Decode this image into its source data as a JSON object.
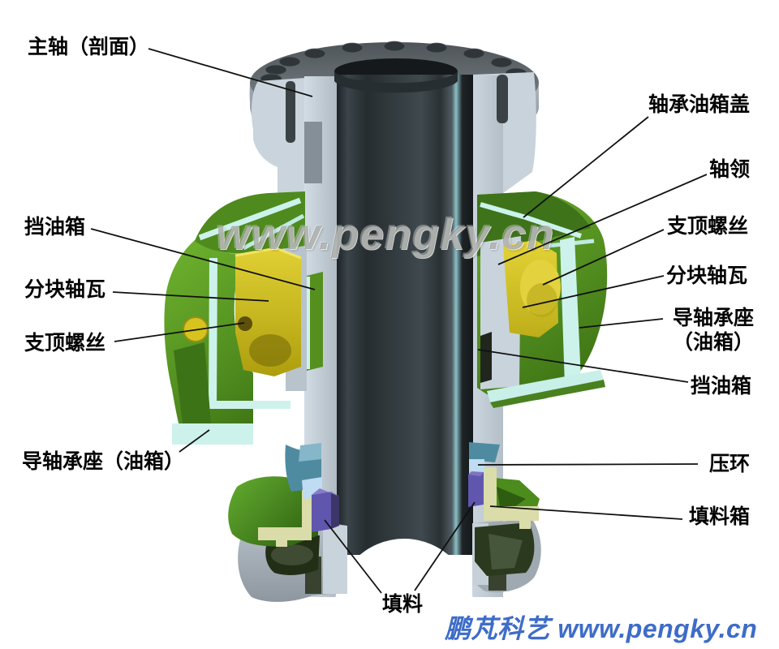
{
  "watermark": "www.pengky.cn",
  "footer": "鹏芃科艺 www.pengky.cn",
  "labels": {
    "main_shaft": "主轴（剖面）",
    "oil_baffle_left": "挡油箱",
    "segmented_pad_left": "分块轴瓦",
    "jack_screw_left": "支顶螺丝",
    "bearing_seat_left": "导轴承座（油箱）",
    "bearing_oil_tank_cover": "轴承油箱盖",
    "shaft_collar": "轴领",
    "jack_screw_right": "支顶螺丝",
    "segmented_pad_right": "分块轴瓦",
    "bearing_seat_right_line1": "导轴承座",
    "bearing_seat_right_line2": "（油箱）",
    "oil_baffle_right": "挡油箱",
    "pressure_ring": "压环",
    "packing_box": "填料箱",
    "packing": "填料"
  },
  "colors": {
    "steel_light": "#C9D3DC",
    "steel_mid": "#9FA9B1",
    "flange_top_dark": "#5A6165",
    "bore_dark": "#23292C",
    "housing_green": "#4E8A1E",
    "housing_green_bright": "#66A82B",
    "lining_cyan": "#CDF2EB",
    "pad_yellow": "#D6C31E",
    "ring_teal": "#4E8BA0",
    "ring_lightblue": "#BFDCF2",
    "packing_purple": "#6056AE",
    "packing_khaki": "#DADCA9",
    "footer_blue": "#3E6CC8",
    "label_black": "#040404"
  }
}
